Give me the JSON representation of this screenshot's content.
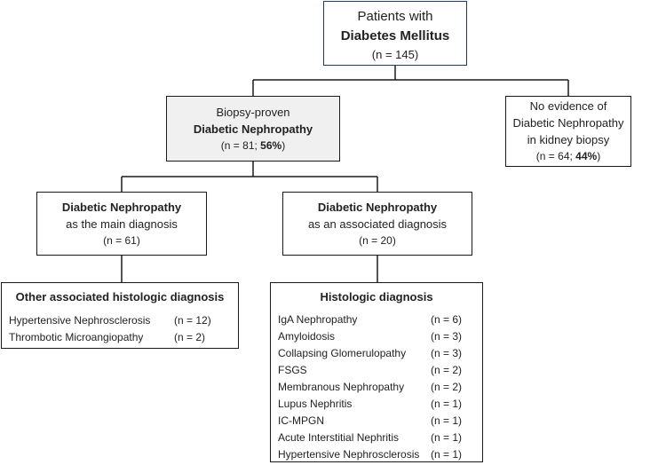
{
  "root": {
    "line1": "Patients with",
    "line2": "Diabetes Mellitus",
    "line3": "(n = 145)"
  },
  "biopsy": {
    "line1": "Biopsy-proven",
    "line2": "Diabetic Nephropathy",
    "n_prefix": "(n = 81; ",
    "pct": "56%",
    "suffix": ")"
  },
  "no_evidence": {
    "line1": "No evidence of",
    "line2": "Diabetic Nephropathy",
    "line3": "in kidney biopsy",
    "n_prefix": "(n = 64; ",
    "pct": "44%",
    "suffix": ")"
  },
  "main_dx": {
    "line1": "Diabetic Nephropathy",
    "line2": "as the main diagnosis",
    "line3": "(n = 61)"
  },
  "assoc_dx": {
    "line1": "Diabetic Nephropathy",
    "line2": "as an associated diagnosis",
    "line3": "(n = 20)"
  },
  "other_hist": {
    "title": "Other associated histologic diagnosis",
    "items": [
      {
        "label": "Hypertensive Nephrosclerosis",
        "count": "(n = 12)"
      },
      {
        "label": "Thrombotic Microangiopathy",
        "count": "(n = 2)"
      }
    ]
  },
  "hist": {
    "title": "Histologic diagnosis",
    "items": [
      {
        "label": "IgA Nephropathy",
        "count": "(n = 6)"
      },
      {
        "label": "Amyloidosis",
        "count": "(n = 3)"
      },
      {
        "label": "Collapsing Glomerulopathy",
        "count": "(n = 3)"
      },
      {
        "label": "FSGS",
        "count": "(n = 2)"
      },
      {
        "label": "Membranous Nephropathy",
        "count": "(n = 2)"
      },
      {
        "label": "Lupus Nephritis",
        "count": "(n = 1)"
      },
      {
        "label": "IC-MPGN",
        "count": "(n = 1)"
      },
      {
        "label": "Acute Interstitial Nephritis",
        "count": "(n = 1)"
      },
      {
        "label": "Hypertensive Nephrosclerosis",
        "count": "(n = 1)"
      }
    ]
  }
}
